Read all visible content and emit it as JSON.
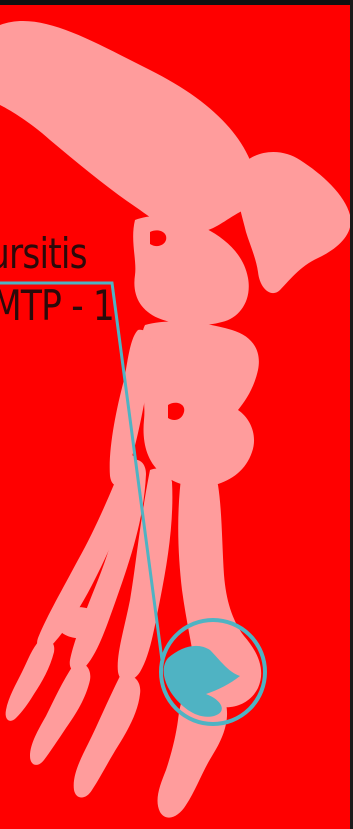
{
  "labels": {
    "line1": "ursitis",
    "line2": "MTP - 1"
  },
  "colors": {
    "background": "#ff0000",
    "bone": "#ff9c9c",
    "callout": "#4fb3c3",
    "text": "#2b0a0a"
  },
  "icons": {
    "foot": "foot-skeleton-illustration",
    "highlight": "joint-highlight-circle"
  }
}
